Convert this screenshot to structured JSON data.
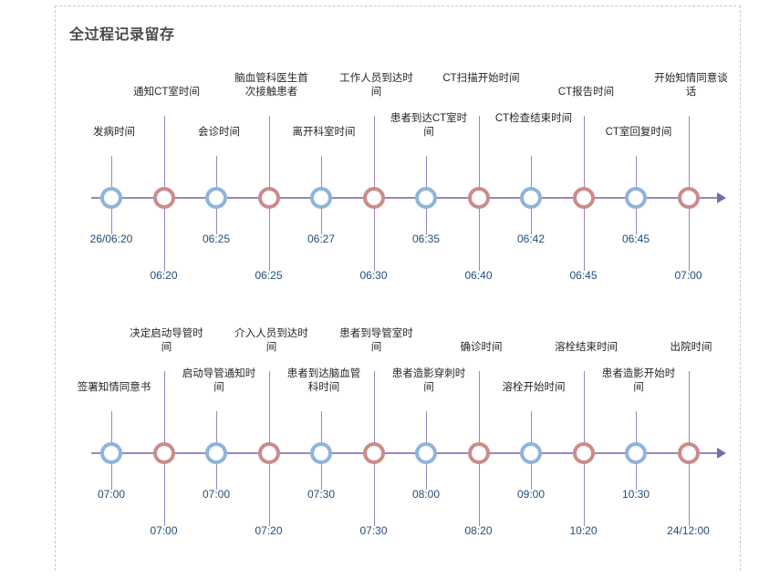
{
  "panel": {
    "title": "全过程记录留存",
    "border_color": "#c9c9c9"
  },
  "colors": {
    "axis": "#9b86c0",
    "node_blue": "#8fb4dc",
    "node_red": "#cc8b8b",
    "time_text": "#1f4e79",
    "label_text": "#262626",
    "title_text": "#4a4a4a"
  },
  "timelines": [
    {
      "id": "timeline-pre-intervention",
      "nodes": [
        {
          "label": "发病时间",
          "time": "26/06:20",
          "color": "blue",
          "position": "up"
        },
        {
          "label": "通知CT室时间",
          "time": "06:20",
          "color": "red",
          "position": "down"
        },
        {
          "label": "会诊时间",
          "time": "06:25",
          "color": "blue",
          "position": "up"
        },
        {
          "label": "脑血管科医生首次接触患者",
          "time": "06:25",
          "color": "red",
          "position": "down"
        },
        {
          "label": "离开科室时间",
          "time": "06:27",
          "color": "blue",
          "position": "up"
        },
        {
          "label": "工作人员到达时间",
          "time": "06:30",
          "color": "red",
          "position": "down"
        },
        {
          "label": "患者到达CT室时间",
          "time": "06:35",
          "color": "blue",
          "position": "up"
        },
        {
          "label": "CT扫描开始时间",
          "time": "06:40",
          "color": "red",
          "position": "down"
        },
        {
          "label": "CT检查结束时间",
          "time": "06:42",
          "color": "blue",
          "position": "up"
        },
        {
          "label": "CT报告时间",
          "time": "06:45",
          "color": "red",
          "position": "down"
        },
        {
          "label": "CT室回复时间",
          "time": "06:45",
          "color": "blue",
          "position": "up"
        },
        {
          "label": "开始知情同意谈话",
          "time": "07:00",
          "color": "red",
          "position": "down"
        }
      ]
    },
    {
      "id": "timeline-intervention",
      "nodes": [
        {
          "label": "签署知情同意书",
          "time": "07:00",
          "color": "blue",
          "position": "up"
        },
        {
          "label": "决定启动导管时间",
          "time": "07:00",
          "color": "red",
          "position": "down"
        },
        {
          "label": "启动导管通知时间",
          "time": "07:00",
          "color": "blue",
          "position": "up"
        },
        {
          "label": "介入人员到达时间",
          "time": "07:20",
          "color": "red",
          "position": "down"
        },
        {
          "label": "患者到达脑血管科时间",
          "time": "07:30",
          "color": "blue",
          "position": "up"
        },
        {
          "label": "患者到导管室时间",
          "time": "07:30",
          "color": "red",
          "position": "down"
        },
        {
          "label": "患者造影穿刺时间",
          "time": "08:00",
          "color": "blue",
          "position": "up"
        },
        {
          "label": "确诊时间",
          "time": "08:20",
          "color": "red",
          "position": "down"
        },
        {
          "label": "溶栓开始时间",
          "time": "09:00",
          "color": "blue",
          "position": "up"
        },
        {
          "label": "溶栓结束时间",
          "time": "10:20",
          "color": "red",
          "position": "down"
        },
        {
          "label": "患者造影开始时间",
          "time": "10:30",
          "color": "blue",
          "position": "up"
        },
        {
          "label": "出院时间",
          "time": "24/12:00",
          "color": "red",
          "position": "down"
        }
      ]
    }
  ]
}
